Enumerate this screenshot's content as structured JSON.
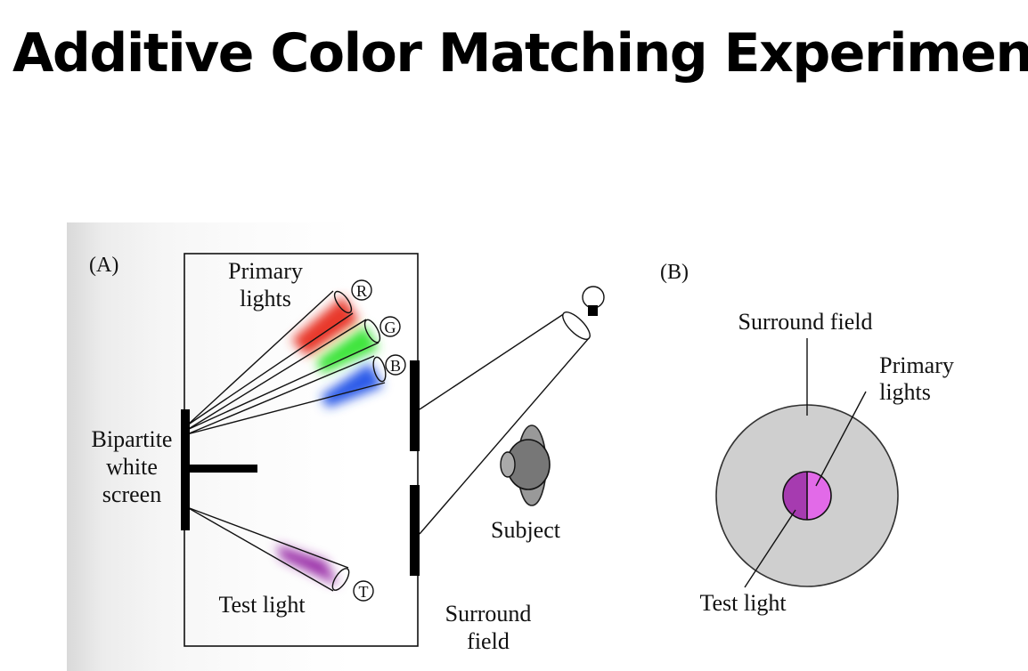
{
  "title": "Additive Color Matching Experiment",
  "panel_a": {
    "label": "(A)",
    "primary_lights": [
      "Primary",
      "lights"
    ],
    "source_r": "R",
    "source_g": "G",
    "source_b": "B",
    "source_t": "T",
    "screen_label": [
      "Bipartite",
      "white",
      "screen"
    ],
    "test_light": "Test light",
    "subject": "Subject",
    "surround_field": [
      "Surround",
      "field"
    ]
  },
  "panel_b": {
    "label": "(B)",
    "surround_field": "Surround field",
    "primary_lights": [
      "Primary",
      "lights"
    ],
    "test_light": "Test light"
  },
  "colors": {
    "red": "#e8372a",
    "green": "#3ee43a",
    "blue": "#2a5ae8",
    "violet": "#9a2fa8",
    "surround": "#cfcfcf",
    "test_half": "#a63bb0",
    "primary_half": "#e26ae8"
  }
}
